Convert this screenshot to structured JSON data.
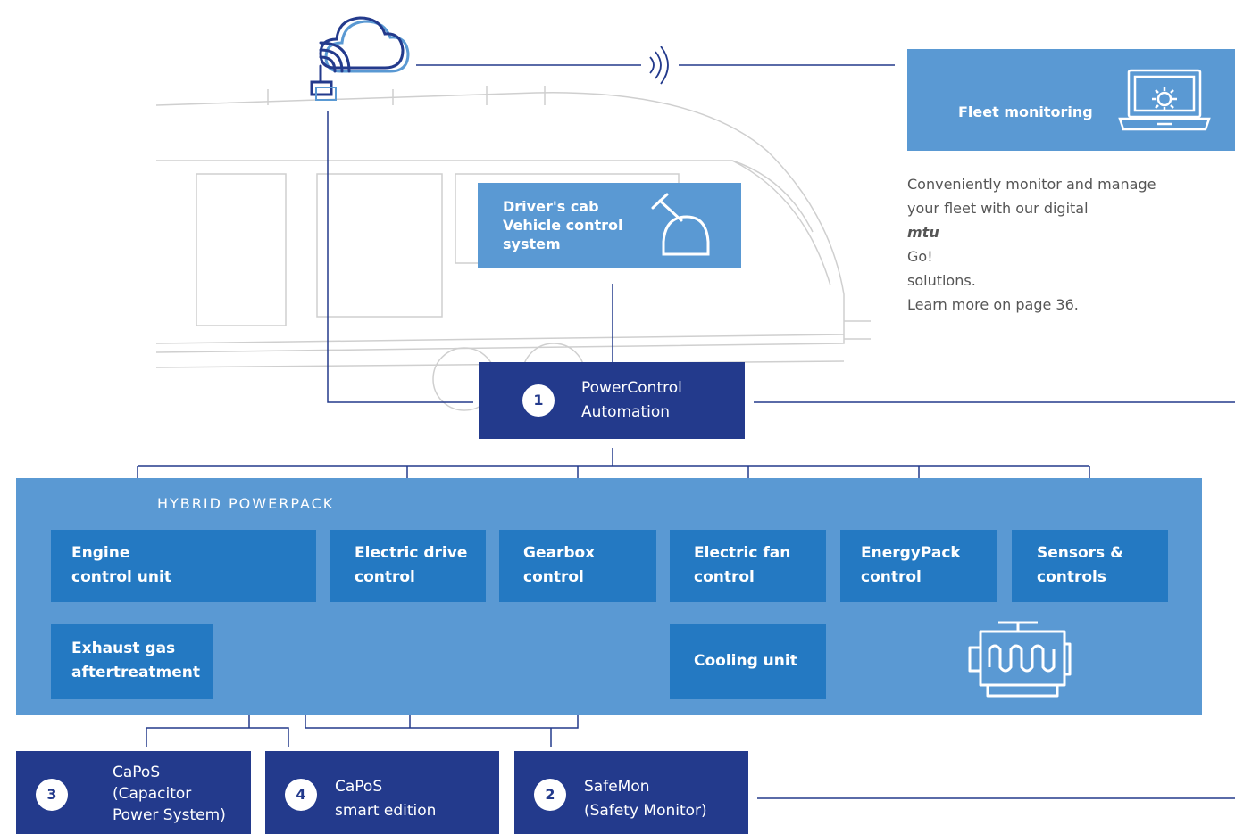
{
  "fleet": {
    "title_line1": "Fleet monitoring",
    "title_line2_prefix": "with ",
    "title_line2_brand": "mtu",
    "title_line2_suffix": " Go!",
    "desc_line1": "Conveniently monitor and manage",
    "desc_line2_prefix": "your fleet with our digital ",
    "desc_line2_brand": "mtu",
    "desc_line2_suffix": " Go!",
    "desc_line3": "solutions.",
    "desc_line4": "Learn more on page 36."
  },
  "drivers_cab": {
    "label": "Driver's cab\nVehicle control\nsystem"
  },
  "power_control": {
    "number": "1",
    "label": "PowerControl\nAutomation"
  },
  "hybrid_powerpack": {
    "title": "HYBRID POWERPACK",
    "units": [
      {
        "label": "Engine\ncontrol unit"
      },
      {
        "label": "Electric drive\ncontrol"
      },
      {
        "label": "Gearbox\ncontrol"
      },
      {
        "label": "Electric fan\ncontrol"
      },
      {
        "label": "EnergyPack\ncontrol"
      },
      {
        "label": "Sensors &\ncontrols"
      }
    ],
    "exhaust": {
      "label": "Exhaust gas\naftertreatment"
    },
    "cooling": {
      "label": "Cooling unit"
    }
  },
  "bottom": [
    {
      "number": "3",
      "label": "CaPoS\n(Capacitor\nPower System)"
    },
    {
      "number": "4",
      "label": "CaPoS\nsmart edition"
    },
    {
      "number": "2",
      "label": "SafeMon\n(Safety Monitor)"
    }
  ],
  "icons": {
    "cloud": "cloud-connectivity-icon",
    "signal": "wireless-signal-icon",
    "laptop": "laptop-gear-icon",
    "lever": "control-lever-icon",
    "engine": "engine-icon"
  },
  "colors": {
    "dark_blue": "#233a8c",
    "mid_blue": "#2479c2",
    "light_blue": "#5a99d3"
  }
}
